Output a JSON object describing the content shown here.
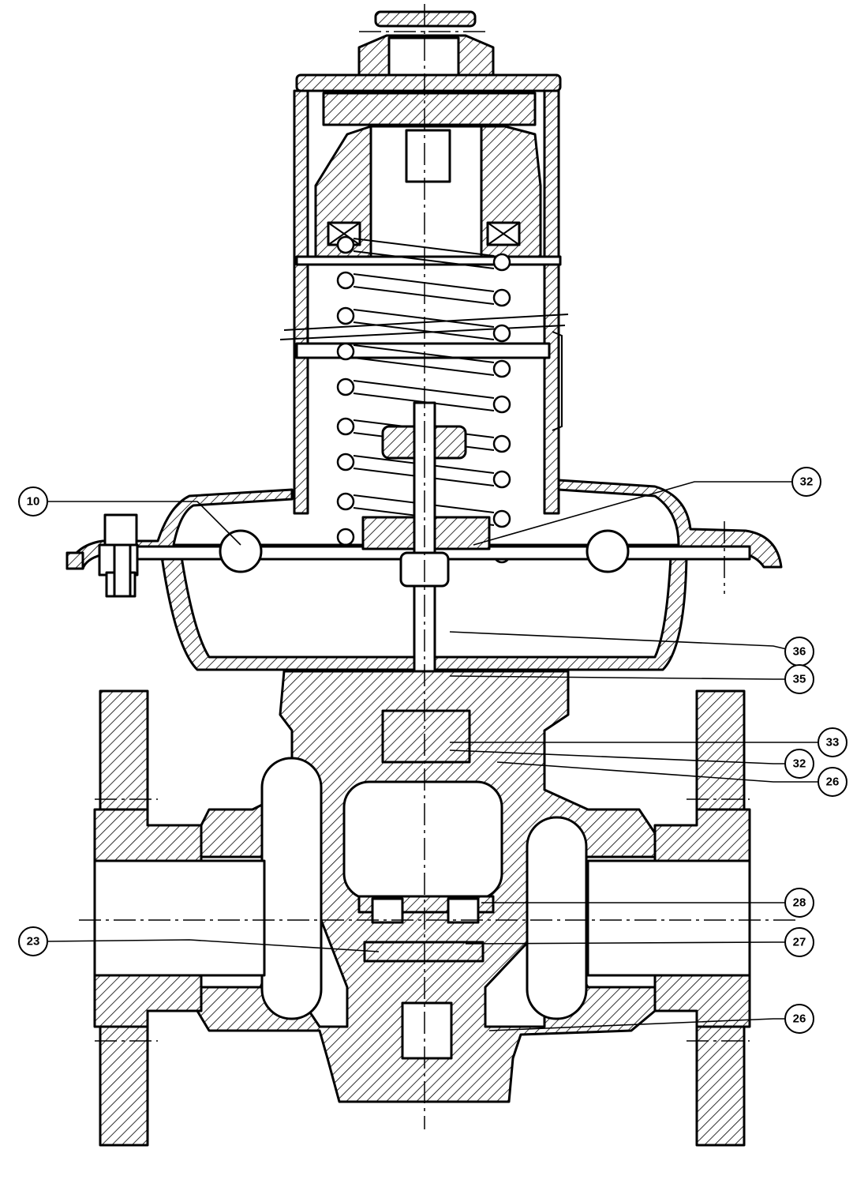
{
  "part_labels": [
    {
      "id": "p10",
      "label": "10"
    },
    {
      "id": "p32a",
      "label": "32"
    },
    {
      "id": "p36",
      "label": "36"
    },
    {
      "id": "p35",
      "label": "35"
    },
    {
      "id": "p33",
      "label": "33"
    },
    {
      "id": "p32b",
      "label": "32"
    },
    {
      "id": "p26a",
      "label": "26"
    },
    {
      "id": "p28",
      "label": "28"
    },
    {
      "id": "p23",
      "label": "23"
    },
    {
      "id": "p27",
      "label": "27"
    },
    {
      "id": "p26b",
      "label": "26"
    }
  ],
  "colors": {
    "ink": "#000000",
    "paper": "#ffffff"
  }
}
